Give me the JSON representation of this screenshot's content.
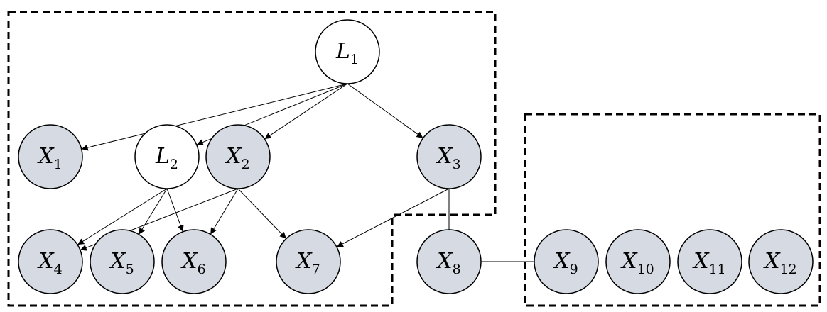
{
  "diagram": {
    "colors": {
      "latent_fill": "#ffffff",
      "observed_fill": "#d6dbe3",
      "stroke": "#000000"
    },
    "nodes": [
      {
        "id": "L1",
        "base": "L",
        "sub": "1",
        "kind": "latent"
      },
      {
        "id": "X1",
        "base": "X",
        "sub": "1",
        "kind": "observed"
      },
      {
        "id": "L2",
        "base": "L",
        "sub": "2",
        "kind": "latent"
      },
      {
        "id": "X2",
        "base": "X",
        "sub": "2",
        "kind": "observed"
      },
      {
        "id": "X3",
        "base": "X",
        "sub": "3",
        "kind": "observed"
      },
      {
        "id": "X4",
        "base": "X",
        "sub": "4",
        "kind": "observed"
      },
      {
        "id": "X5",
        "base": "X",
        "sub": "5",
        "kind": "observed"
      },
      {
        "id": "X6",
        "base": "X",
        "sub": "6",
        "kind": "observed"
      },
      {
        "id": "X7",
        "base": "X",
        "sub": "7",
        "kind": "observed"
      },
      {
        "id": "X8",
        "base": "X",
        "sub": "8",
        "kind": "observed"
      },
      {
        "id": "X9",
        "base": "X",
        "sub": "9",
        "kind": "observed"
      },
      {
        "id": "X10",
        "base": "X",
        "sub": "10",
        "kind": "observed"
      },
      {
        "id": "X11",
        "base": "X",
        "sub": "11",
        "kind": "observed"
      },
      {
        "id": "X12",
        "base": "X",
        "sub": "12",
        "kind": "observed"
      }
    ],
    "edges": [
      {
        "from": "L1",
        "to": "X1",
        "directed": true
      },
      {
        "from": "L1",
        "to": "L2",
        "directed": true
      },
      {
        "from": "L1",
        "to": "X2",
        "directed": true
      },
      {
        "from": "L1",
        "to": "X3",
        "directed": true
      },
      {
        "from": "L2",
        "to": "X4",
        "directed": true
      },
      {
        "from": "L2",
        "to": "X5",
        "directed": true
      },
      {
        "from": "L2",
        "to": "X6",
        "directed": true
      },
      {
        "from": "X2",
        "to": "X4",
        "directed": true
      },
      {
        "from": "X2",
        "to": "X6",
        "directed": true
      },
      {
        "from": "X2",
        "to": "X7",
        "directed": true
      },
      {
        "from": "X3",
        "to": "X7",
        "directed": true
      },
      {
        "from": "X3",
        "to": "X8",
        "directed": false
      },
      {
        "from": "X8",
        "to": "X9",
        "directed": false
      }
    ],
    "groups": [
      {
        "id": "left-group"
      },
      {
        "id": "right-group"
      }
    ]
  }
}
